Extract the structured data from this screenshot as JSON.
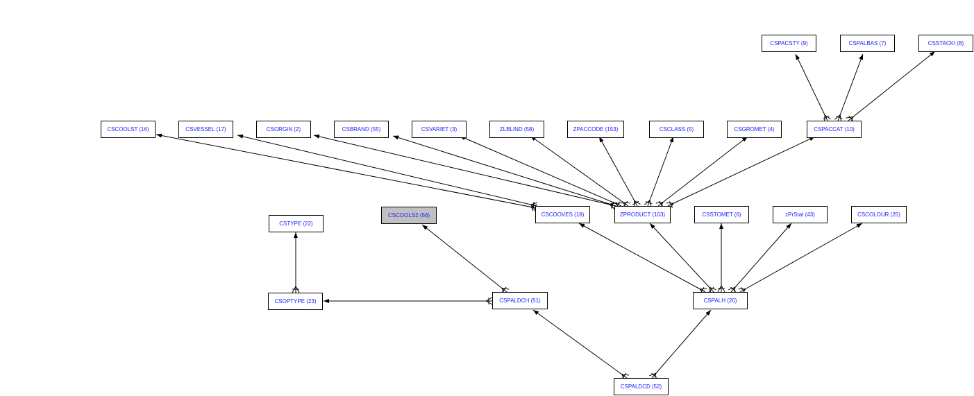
{
  "colors": {
    "node_text": "#1a1aff",
    "node_border": "#000000",
    "selected_fill": "#c0c0c0",
    "edge": "#000000"
  },
  "nodes": {
    "cspacsty": "CSPACSTY (9)",
    "cspalbas": "CSPALBAS (7)",
    "csstacki": "CSSTACKI (8)",
    "cscoolst": "CSCOOLST (16)",
    "csvessel": "CSVESSEL (17)",
    "csorgin": "CSORGIN (2)",
    "csbrand": "CSBRAND (55)",
    "csvariet": "CSVARIET (3)",
    "zlblind": "ZLBLIND (58)",
    "zpaccode": "ZPACCODE (153)",
    "csclass": "CSCLASS (5)",
    "csgromet": "CSGROMET (4)",
    "cspaccat": "CSPACCAT (10)",
    "cstype": "CSTYPE (22)",
    "cscools2": "CSCOOLS2 (56)",
    "cscooves": "CSCOOVES (18)",
    "zproduct": "ZPRODUCT (103)",
    "csstomet": "CSSTOMET (6)",
    "zprstat": "zPrStat (43)",
    "cscolour": "CSCOLOUR (25)",
    "csoptype": "CSOPTYPE (23)",
    "cspaldch": "CSPALDCH (51)",
    "cspalh": "CSPALH (20)",
    "cspaldcd": "CSPALDCD (52)"
  },
  "selected_node": "cscools2",
  "relationships": [
    {
      "from": "cspaccat",
      "to": "cspacsty"
    },
    {
      "from": "cspaccat",
      "to": "cspalbas"
    },
    {
      "from": "cspaccat",
      "to": "csstacki"
    },
    {
      "from": "cscooves",
      "to": "cscoolst"
    },
    {
      "from": "cscooves",
      "to": "csvessel"
    },
    {
      "from": "zproduct",
      "to": "csorgin"
    },
    {
      "from": "zproduct",
      "to": "csbrand"
    },
    {
      "from": "zproduct",
      "to": "csvariet"
    },
    {
      "from": "zproduct",
      "to": "zlblind"
    },
    {
      "from": "zproduct",
      "to": "zpaccode"
    },
    {
      "from": "zproduct",
      "to": "csclass"
    },
    {
      "from": "zproduct",
      "to": "csgromet"
    },
    {
      "from": "zproduct",
      "to": "cspaccat"
    },
    {
      "from": "csoptype",
      "to": "cstype"
    },
    {
      "from": "cspaldch",
      "to": "cscools2"
    },
    {
      "from": "cspaldch",
      "to": "csoptype"
    },
    {
      "from": "cspalh",
      "to": "cscooves"
    },
    {
      "from": "cspalh",
      "to": "zproduct"
    },
    {
      "from": "cspalh",
      "to": "csstomet"
    },
    {
      "from": "cspalh",
      "to": "zprstat"
    },
    {
      "from": "cspalh",
      "to": "cscolour"
    },
    {
      "from": "cspaldcd",
      "to": "cspaldch"
    },
    {
      "from": "cspaldcd",
      "to": "cspalh"
    }
  ]
}
